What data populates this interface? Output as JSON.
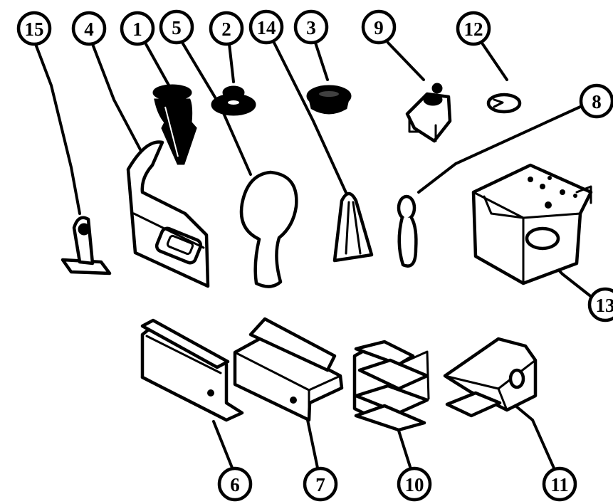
{
  "callouts": [
    {
      "id": "c15",
      "label": "15"
    },
    {
      "id": "c4",
      "label": "4"
    },
    {
      "id": "c1",
      "label": "1"
    },
    {
      "id": "c5",
      "label": "5"
    },
    {
      "id": "c2",
      "label": "2"
    },
    {
      "id": "c14",
      "label": "14"
    },
    {
      "id": "c3",
      "label": "3"
    },
    {
      "id": "c9",
      "label": "9"
    },
    {
      "id": "c12",
      "label": "12"
    },
    {
      "id": "c8",
      "label": "8"
    },
    {
      "id": "c13",
      "label": "13"
    },
    {
      "id": "c6",
      "label": "6"
    },
    {
      "id": "c7",
      "label": "7"
    },
    {
      "id": "c10",
      "label": "10"
    },
    {
      "id": "c11",
      "label": "11"
    }
  ],
  "colors": {
    "ink": "#000000",
    "paper": "#ffffff"
  }
}
